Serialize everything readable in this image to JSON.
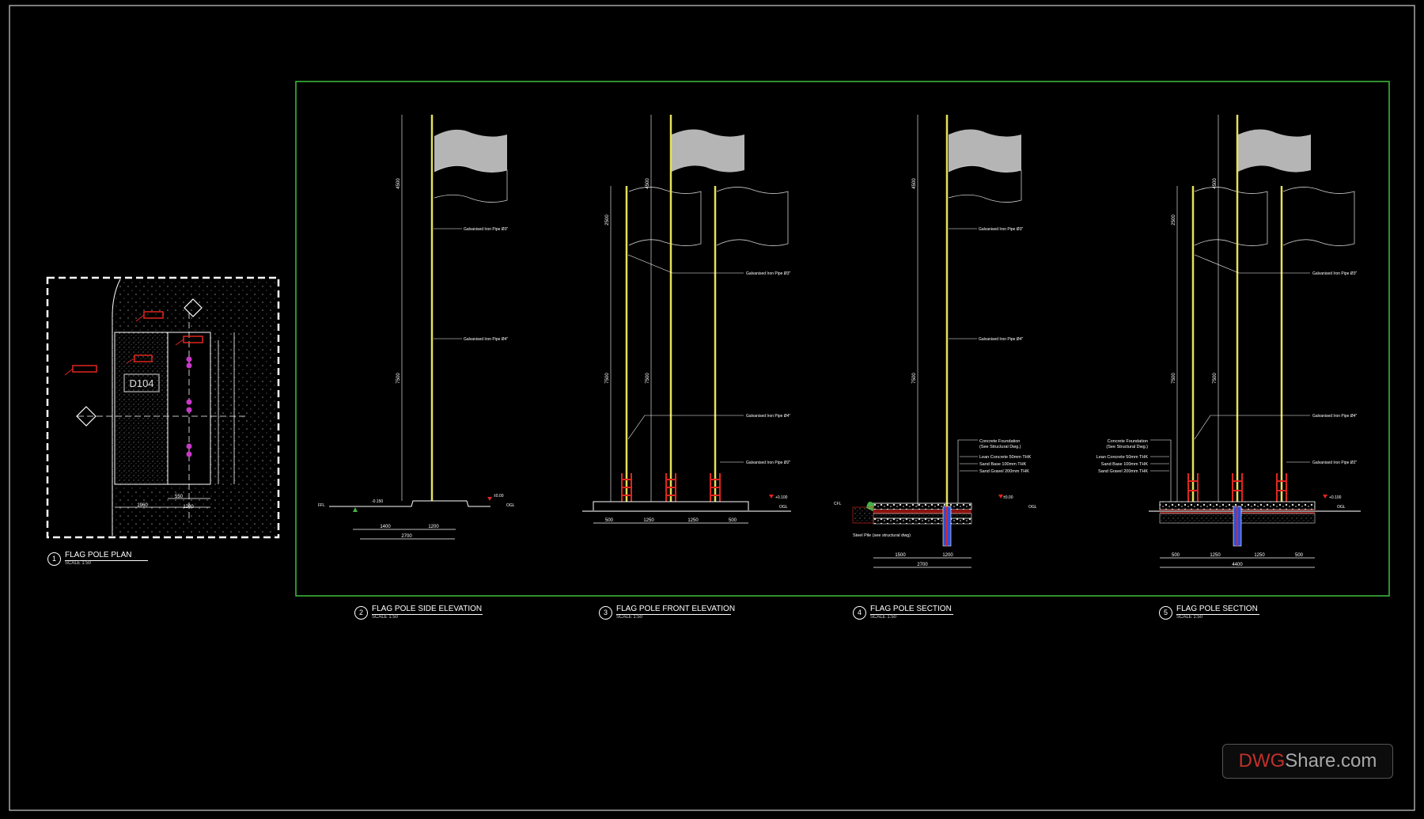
{
  "colors": {
    "frame": "#ffffff",
    "viewport": "#3fbf3f",
    "pole": "#e6e05a",
    "flag": "#b5b5b5",
    "ladder": "#e0261e",
    "pile": "#2d4fd8",
    "callout": "#e0261e",
    "marker": "#c838c8",
    "hatch": "#9a9a9a",
    "line": "#ffffff",
    "ground": "#48b048"
  },
  "plan": {
    "room_tag": "D104",
    "dims": [
      "1960",
      "550",
      "1200"
    ]
  },
  "notes": {
    "galv_pipe_a": "Galvanised Iron Pipe Ø3\"",
    "galv_pipe_b": "Galvanised Iron Pipe Ø4\"",
    "galv_pipe_c": "Galvanised Iron Pipe Ø2\"",
    "concrete_foundation": "Concrete Foundation",
    "see_structural": "(See Structural Dwg.)",
    "lean_concrete": "Lean Concrete 50mm THK",
    "sand_base": "Sand Base 100mm THK",
    "sand_gravel": "Sand Gravel 200mm THK",
    "steel_pile": "Steel Pile (see structural dwg)"
  },
  "dims": {
    "d4500": "4500",
    "d7500": "7500",
    "d2500": "2500",
    "d1400": "1400",
    "d1200": "1200",
    "d2700": "2700",
    "d500": "500",
    "d1250": "1250",
    "d1500": "1500",
    "d4400": "4400",
    "d1500b": "1500"
  },
  "levels": {
    "ffl": "FFL",
    "ogl": "OGL",
    "cfl": "CFL",
    "lvl_a": "-0.150",
    "lvl_b": "±0.00",
    "lvl_c": "+0.100"
  },
  "titles": [
    {
      "num": "1",
      "name": "FLAG POLE PLAN",
      "scale": "SCALE 1:50"
    },
    {
      "num": "2",
      "name": "FLAG POLE SIDE ELEVATION",
      "scale": "SCALE 1:50"
    },
    {
      "num": "3",
      "name": "FLAG POLE FRONT ELEVATION",
      "scale": "SCALE 1:50"
    },
    {
      "num": "4",
      "name": "FLAG POLE SECTION",
      "scale": "SCALE 1:50"
    },
    {
      "num": "5",
      "name": "FLAG POLE SECTION",
      "scale": "SCALE 1:50"
    }
  ],
  "watermark": {
    "part1": "DWG",
    "part2": "Share.com"
  }
}
